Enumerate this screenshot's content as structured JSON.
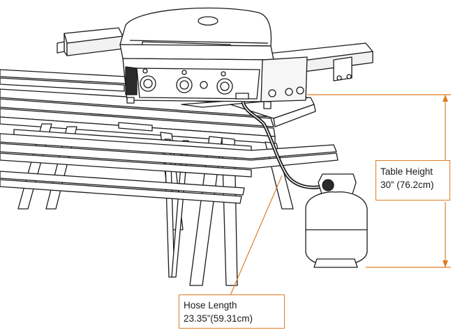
{
  "callouts": {
    "table_height": {
      "label": "Table Height",
      "value": "30” (76.2cm)"
    },
    "hose_length": {
      "label": "Hose Length",
      "value": "23.35”(59.31cm)"
    }
  },
  "colors": {
    "accent": "#e07b22",
    "line": "#1a1a1a",
    "background": "#ffffff"
  }
}
